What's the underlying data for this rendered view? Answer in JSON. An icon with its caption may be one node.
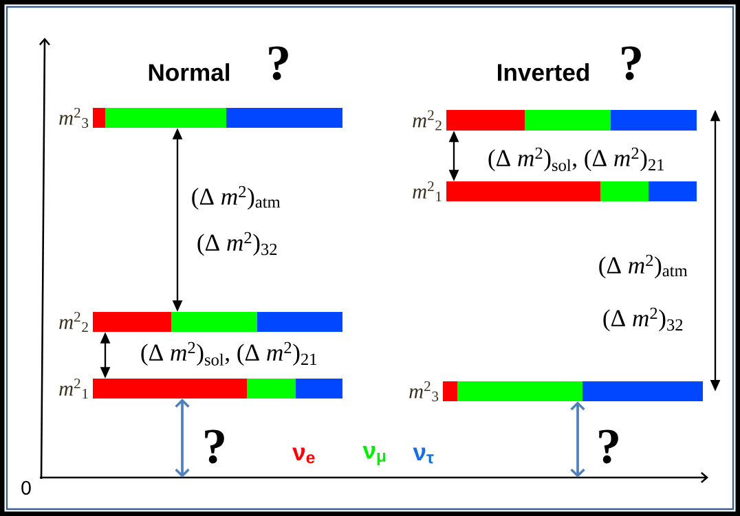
{
  "diagram": {
    "nodes": [
      {
        "text": [],
        "shape": "bar",
        "beside": [
          "*m*$^{2}$$_{3}$"
        ]
      },
      {
        "text": [],
        "shape": "bar",
        "beside": [
          "*m*$^{2}$$_{2}$"
        ]
      },
      {
        "text": [],
        "shape": "bar",
        "beside": [
          "*m*$^{2}$$_{1}$"
        ]
      },
      {
        "text": [],
        "shape": "bar",
        "beside": [
          "*m*$^{2}$$_{2}$"
        ]
      },
      {
        "text": [],
        "shape": "bar",
        "beside": [
          "*m*$^{2}$$_{1}$"
        ]
      },
      {
        "text": [],
        "shape": "bar",
        "beside": [
          "*m*$^{2}$$_{3}$"
        ]
      }
    ],
    "edges": [
      {
        "from": 0,
        "to": 1,
        "arrow": "both",
        "label": "(Δ *m*$^{2}$)$_{atm}$"
      },
      {
        "from": 1,
        "to": 2,
        "arrow": "both",
        "label": "(Δ *m*$^{2}$)$_{sol}$, (Δ *m*$^{2}$)$_{21}$"
      },
      {
        "from": 2,
        "to": null,
        "arrow": "both",
        "color": "#4f81bd"
      },
      {
        "from": 3,
        "to": 4,
        "arrow": "both",
        "label": "(Δ *m*$^{2}$)$_{sol}$, (Δ *m*$^{2}$)$_{21}$"
      },
      {
        "from": 3,
        "to": 5,
        "arrow": "both",
        "label": "(Δ *m*$^{2}$)$_{atm}$"
      },
      {
        "from": 5,
        "to": null,
        "arrow": "both",
        "color": "#4f81bd"
      }
    ],
    "labels": [
      "Normal",
      "?",
      "Inverted",
      "?",
      "(Δ *m*$^{2}$)$_{32}$",
      "(Δ *m*$^{2}$)$_{32}$",
      "?",
      "?",
      "0"
    ],
    "legend": [
      {
        "text": "ν$_{e}$",
        "color": "#ff0000"
      },
      {
        "text": "ν$_{μ}$",
        "color": "#00ee00"
      },
      {
        "text": "ν$_{τ}$",
        "color": "#1a6fe0"
      }
    ]
  }
}
